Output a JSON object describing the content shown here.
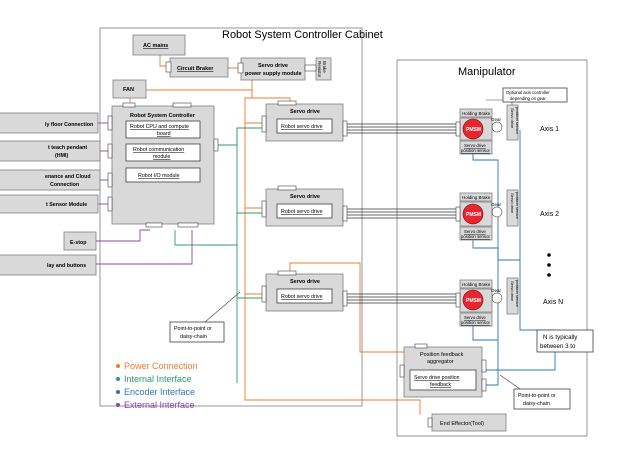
{
  "cabinet": {
    "title": "Robot System Controller Cabinet"
  },
  "manipulator": {
    "title": "Manipulator"
  },
  "blocks": {
    "ac_mains": "AC mains",
    "circuit_braker": "Circuit Braker",
    "servo_psu_1": "Servo drive",
    "servo_psu_2": "power supply module",
    "brake_resistor_1": "Brake",
    "brake_resistor_2": "Resistor",
    "fan": "FAN",
    "controller": "Robot System Controller",
    "cpu_1": "Robot CPU and compute",
    "cpu_2": "board",
    "comm_1": "Robot communication",
    "comm_2": "module",
    "io": "Robot I/O module",
    "servo_drive": "Servo drive",
    "robot_servo_drive": "Robot servo drive",
    "pos_agg_1": "Position feedback",
    "pos_agg_2": "aggregator",
    "pos_fb_1": "Servo drive   position",
    "pos_fb_2": "feedback",
    "end_effector": "End Effector(Tool)"
  },
  "external": {
    "floor": "ly floor Connection",
    "hmi_1": "t teach pendant",
    "hmi_2": "(HMI)",
    "cloud_1": "enance and Cloud",
    "cloud_2": "Connection",
    "sensor": "t Sensor Module",
    "estop": "E-stop",
    "buttons": "lay and buttons"
  },
  "axis_parts": {
    "holding_brake": "Holding Brake",
    "pmsm": "PMSM",
    "gear": "Gear",
    "pos_sensor_1": "Servo drive",
    "pos_sensor_2": "position sensor",
    "safety_1": "Servo drive",
    "safety_2": "position sensor",
    "optional_1": "Optional axis controller",
    "optional_2": "depending on gear"
  },
  "axes": {
    "axis1": "Axis 1",
    "axis2": "Axis 2",
    "ellipsis": "•\n•\n•",
    "axisn": "Axis N"
  },
  "notes": {
    "ptp_cab_1": "Point-to-point or",
    "ptp_cab_2": "daisy-chain",
    "ptp_man_1": "Point-to-point or",
    "ptp_man_2": "daisy-chain",
    "n_typ_1": "N is typically",
    "n_typ_2": "between 3 to"
  },
  "legend": [
    {
      "label": "Power Connection",
      "color": "#ed7d31"
    },
    {
      "label": "Internal Interface",
      "color": "#2e9b6b"
    },
    {
      "label": "Encoder Interface",
      "color": "#2e75b6"
    },
    {
      "label": "External Interface",
      "color": "#8e44ad"
    }
  ],
  "colors": {
    "power": "#ed7d31",
    "internal": "#2e9b6b",
    "encoder": "#2e75b6",
    "external": "#8e44ad",
    "motor": "#e8262f"
  }
}
